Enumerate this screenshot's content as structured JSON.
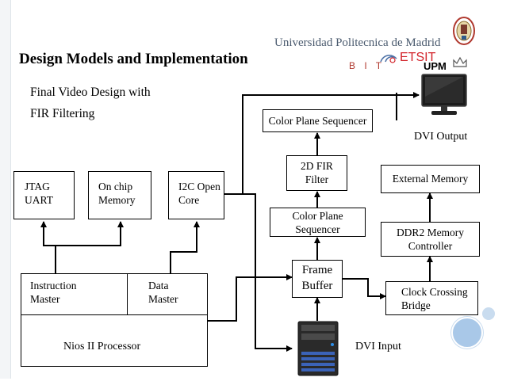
{
  "header": {
    "university": "Universidad Politecnica de Madrid",
    "title": "Design Models and  Implementation",
    "logo_bit": "B I T",
    "logo_etsit": "ETSIT",
    "logo_upm": "UPM"
  },
  "subtitle": {
    "line1": "Final Video Design with",
    "line2": "FIR Filtering"
  },
  "blocks": {
    "jtag": {
      "line1": "JTAG",
      "line2": "UART"
    },
    "onchip": {
      "line1": "On chip",
      "line2": "Memory"
    },
    "i2c": {
      "line1": "I2C Open",
      "line2": "Core"
    },
    "instruction": {
      "line1": "Instruction",
      "line2": "Master"
    },
    "data": {
      "line1": "Data",
      "line2": "Master"
    },
    "nios": "Nios II Processor",
    "cps_top": "Color Plane Sequencer",
    "fir": {
      "line1": "2D FIR",
      "line2": "Filter"
    },
    "cps_mid": {
      "line1": "Color Plane",
      "line2": "Sequencer"
    },
    "frame": {
      "line1": "Frame",
      "line2": "Buffer"
    },
    "ext_mem": "External Memory",
    "ddr2": {
      "line1": "DDR2 Memory",
      "line2": "Controller"
    },
    "clock": {
      "line1": "Clock Crossing",
      "line2": "Bridge"
    }
  },
  "labels": {
    "dvi_output": "DVI Output",
    "dvi_input": "DVI Input"
  },
  "colors": {
    "university_text": "#4a5a6e",
    "etsit_red": "#d2232a",
    "decor_circle_large": "#a9c8e8",
    "decor_circle_small": "#c9dcef"
  }
}
